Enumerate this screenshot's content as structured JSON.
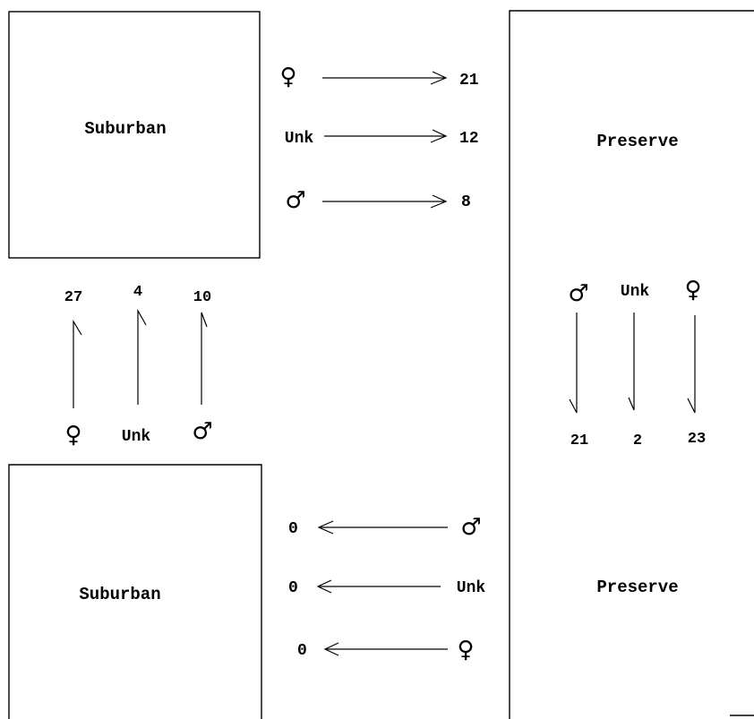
{
  "boxes": {
    "suburban_top": "Suburban",
    "suburban_bottom": "Suburban",
    "preserve_top": "Preserve",
    "preserve_bottom": "Preserve"
  },
  "flow_suburban_to_preserve_top": [
    {
      "from": "♀",
      "to": "21"
    },
    {
      "from": "Unk",
      "to": "12"
    },
    {
      "from": "♂",
      "to": "8"
    }
  ],
  "flow_preserve_to_suburban_bottom": [
    {
      "from": "♂",
      "to": "0"
    },
    {
      "from": "Unk",
      "to": "0"
    },
    {
      "from": "♀",
      "to": "0"
    }
  ],
  "flow_suburban_bottom_to_top": [
    {
      "from": "♀",
      "to": "27"
    },
    {
      "from": "Unk",
      "to": "4"
    },
    {
      "from": "♂",
      "to": "10"
    }
  ],
  "flow_preserve_top_to_bottom": [
    {
      "from": "♂",
      "to": "21"
    },
    {
      "from": "Unk",
      "to": "2"
    },
    {
      "from": "♀",
      "to": "23"
    }
  ]
}
